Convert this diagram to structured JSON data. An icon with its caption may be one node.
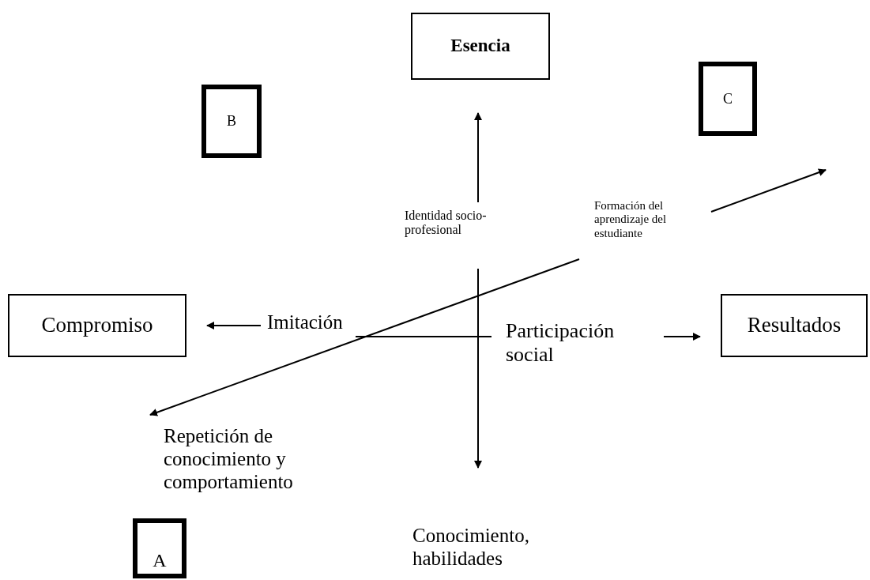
{
  "diagram": {
    "nodes": [
      {
        "text": [
          "Esencia"
        ]
      },
      {
        "text": [
          "B"
        ]
      },
      {
        "text": [
          "C"
        ]
      },
      {
        "text": [
          "Identidad socio-profesional"
        ]
      },
      {
        "text": [
          "Formación del aprendizaje del estudiante"
        ]
      },
      {
        "text": [
          "Compromiso"
        ]
      },
      {
        "text": [
          "Imitación"
        ]
      },
      {
        "text": [
          "Participación social"
        ]
      },
      {
        "text": [
          "Resultados"
        ]
      },
      {
        "text": [
          "Repetición de conocimiento y comportamiento"
        ]
      },
      {
        "text": [
          "A"
        ]
      },
      {
        "text": [
          "Conocimiento, habilidades"
        ]
      }
    ],
    "edges": [
      {
        "from": 3,
        "to": 0,
        "arrow": "to"
      },
      {
        "from": 3,
        "to": 11,
        "arrow": "to"
      },
      {
        "from": 6,
        "to": 5,
        "arrow": "to"
      },
      {
        "from": 6,
        "to": 7,
        "arrow": "none"
      },
      {
        "from": 7,
        "to": 8,
        "arrow": "to"
      },
      {
        "from": 4,
        "to": 9,
        "arrow": "to"
      },
      {
        "from": 4,
        "to": null,
        "arrow": "to"
      }
    ]
  }
}
